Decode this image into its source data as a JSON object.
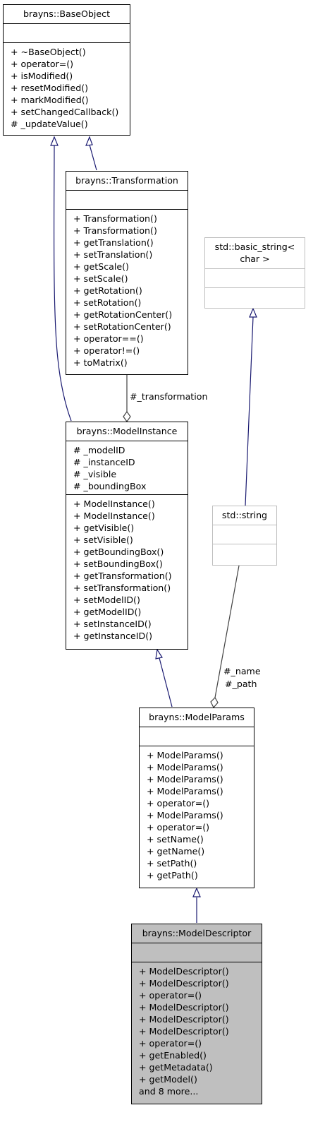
{
  "classes": {
    "base_object": {
      "name": "brayns::BaseObject",
      "attributes": [],
      "methods": [
        "+ ~BaseObject()",
        "+ operator=()",
        "+ isModified()",
        "+ resetModified()",
        "+ markModified()",
        "+ setChangedCallback()",
        "# _updateValue()"
      ]
    },
    "transformation": {
      "name": "brayns::Transformation",
      "attributes": [],
      "methods": [
        "+ Transformation()",
        "+ Transformation()",
        "+ getTranslation()",
        "+ setTranslation()",
        "+ getScale()",
        "+ setScale()",
        "+ getRotation()",
        "+ setRotation()",
        "+ getRotationCenter()",
        "+ setRotationCenter()",
        "+ operator==()",
        "+ operator!=()",
        "+ toMatrix()"
      ]
    },
    "basic_string": {
      "name": "std::basic_string<\nchar >",
      "attributes": [],
      "methods": []
    },
    "model_instance": {
      "name": "brayns::ModelInstance",
      "attributes": [
        "# _modelID",
        "# _instanceID",
        "# _visible",
        "# _boundingBox"
      ],
      "methods": [
        "+ ModelInstance()",
        "+ ModelInstance()",
        "+ getVisible()",
        "+ setVisible()",
        "+ getBoundingBox()",
        "+ setBoundingBox()",
        "+ getTransformation()",
        "+ setTransformation()",
        "+ setModelID()",
        "+ getModelID()",
        "+ setInstanceID()",
        "+ getInstanceID()"
      ]
    },
    "std_string": {
      "name": "std::string",
      "attributes": [],
      "methods": []
    },
    "model_params": {
      "name": "brayns::ModelParams",
      "attributes": [],
      "methods": [
        "+ ModelParams()",
        "+ ModelParams()",
        "+ ModelParams()",
        "+ ModelParams()",
        "+ operator=()",
        "+ ModelParams()",
        "+ operator=()",
        "+ setName()",
        "+ getName()",
        "+ setPath()",
        "+ getPath()"
      ]
    },
    "model_descriptor": {
      "name": "brayns::ModelDescriptor",
      "attributes": [],
      "methods": [
        "+ ModelDescriptor()",
        "+ ModelDescriptor()",
        "+ operator=()",
        "+ ModelDescriptor()",
        "+ ModelDescriptor()",
        "+ ModelDescriptor()",
        "+ operator=()",
        "+ getEnabled()",
        "+ getMetadata()",
        "+ getModel()",
        "and 8 more..."
      ]
    }
  },
  "edge_labels": {
    "transformation": "#_transformation",
    "name": "#_name",
    "path": "#_path"
  },
  "colors": {
    "inheritance": "#191970",
    "association": "#404040",
    "current_fill": "#bfbfbf",
    "external_border": "#bfbfbf"
  }
}
